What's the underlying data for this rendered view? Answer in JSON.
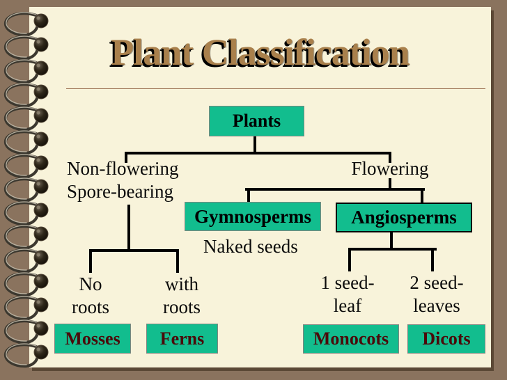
{
  "title": "Plant Classification",
  "nodes": {
    "plants": "Plants",
    "gymnosperms": "Gymnosperms",
    "angiosperms": "Angiosperms",
    "mosses": "Mosses",
    "ferns": "Ferns",
    "monocots": "Monocots",
    "dicots": "Dicots"
  },
  "labels": {
    "non_flowering": {
      "line1": "Non-flowering",
      "line2": "Spore-bearing"
    },
    "flowering": "Flowering",
    "naked_seeds": "Naked seeds",
    "no_roots": {
      "line1": "No",
      "line2": "roots"
    },
    "with_roots": {
      "line1": "with",
      "line2": "roots"
    },
    "one_seed": {
      "line1": "1 seed-",
      "line2": "leaf"
    },
    "two_seed": {
      "line1": "2 seed-",
      "line2": "leaves"
    }
  },
  "colors": {
    "frame_background": "#8A735E",
    "page_background": "#F8F3DA",
    "node_fill": "#12BD8E",
    "title_text": "#A9804C",
    "title_shadow": "#000000",
    "connector_line": "#000000",
    "top_node_text": "#000000",
    "bottom_node_text": "#4A0A0A",
    "divider_line": "#96684A"
  }
}
